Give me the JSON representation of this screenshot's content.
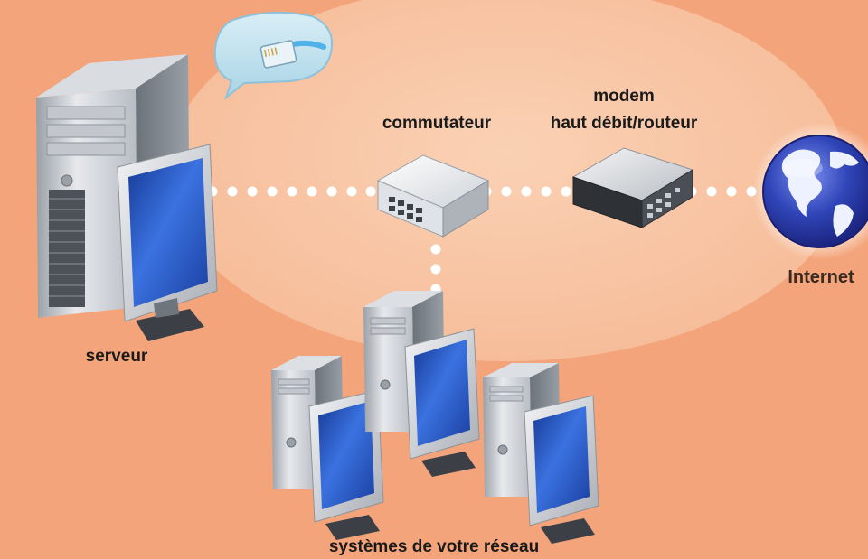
{
  "labels": {
    "server": "serveur",
    "switch": "commutateur",
    "modem_line1": "modem",
    "modem_line2": "haut débit/routeur",
    "internet": "Internet",
    "network_systems": "systèmes de votre réseau"
  },
  "colors": {
    "background": "#f4a47a",
    "network_bubble": "#f8c4a2",
    "connection_dots": "#ffffff",
    "screen_blue": "#2a58c9",
    "globe_blue": "#2b3fa3"
  },
  "icons": [
    "server-tower-icon",
    "monitor-icon",
    "network-switch-icon",
    "modem-router-icon",
    "globe-icon",
    "ethernet-cable-icon",
    "desktop-computer-icon"
  ]
}
